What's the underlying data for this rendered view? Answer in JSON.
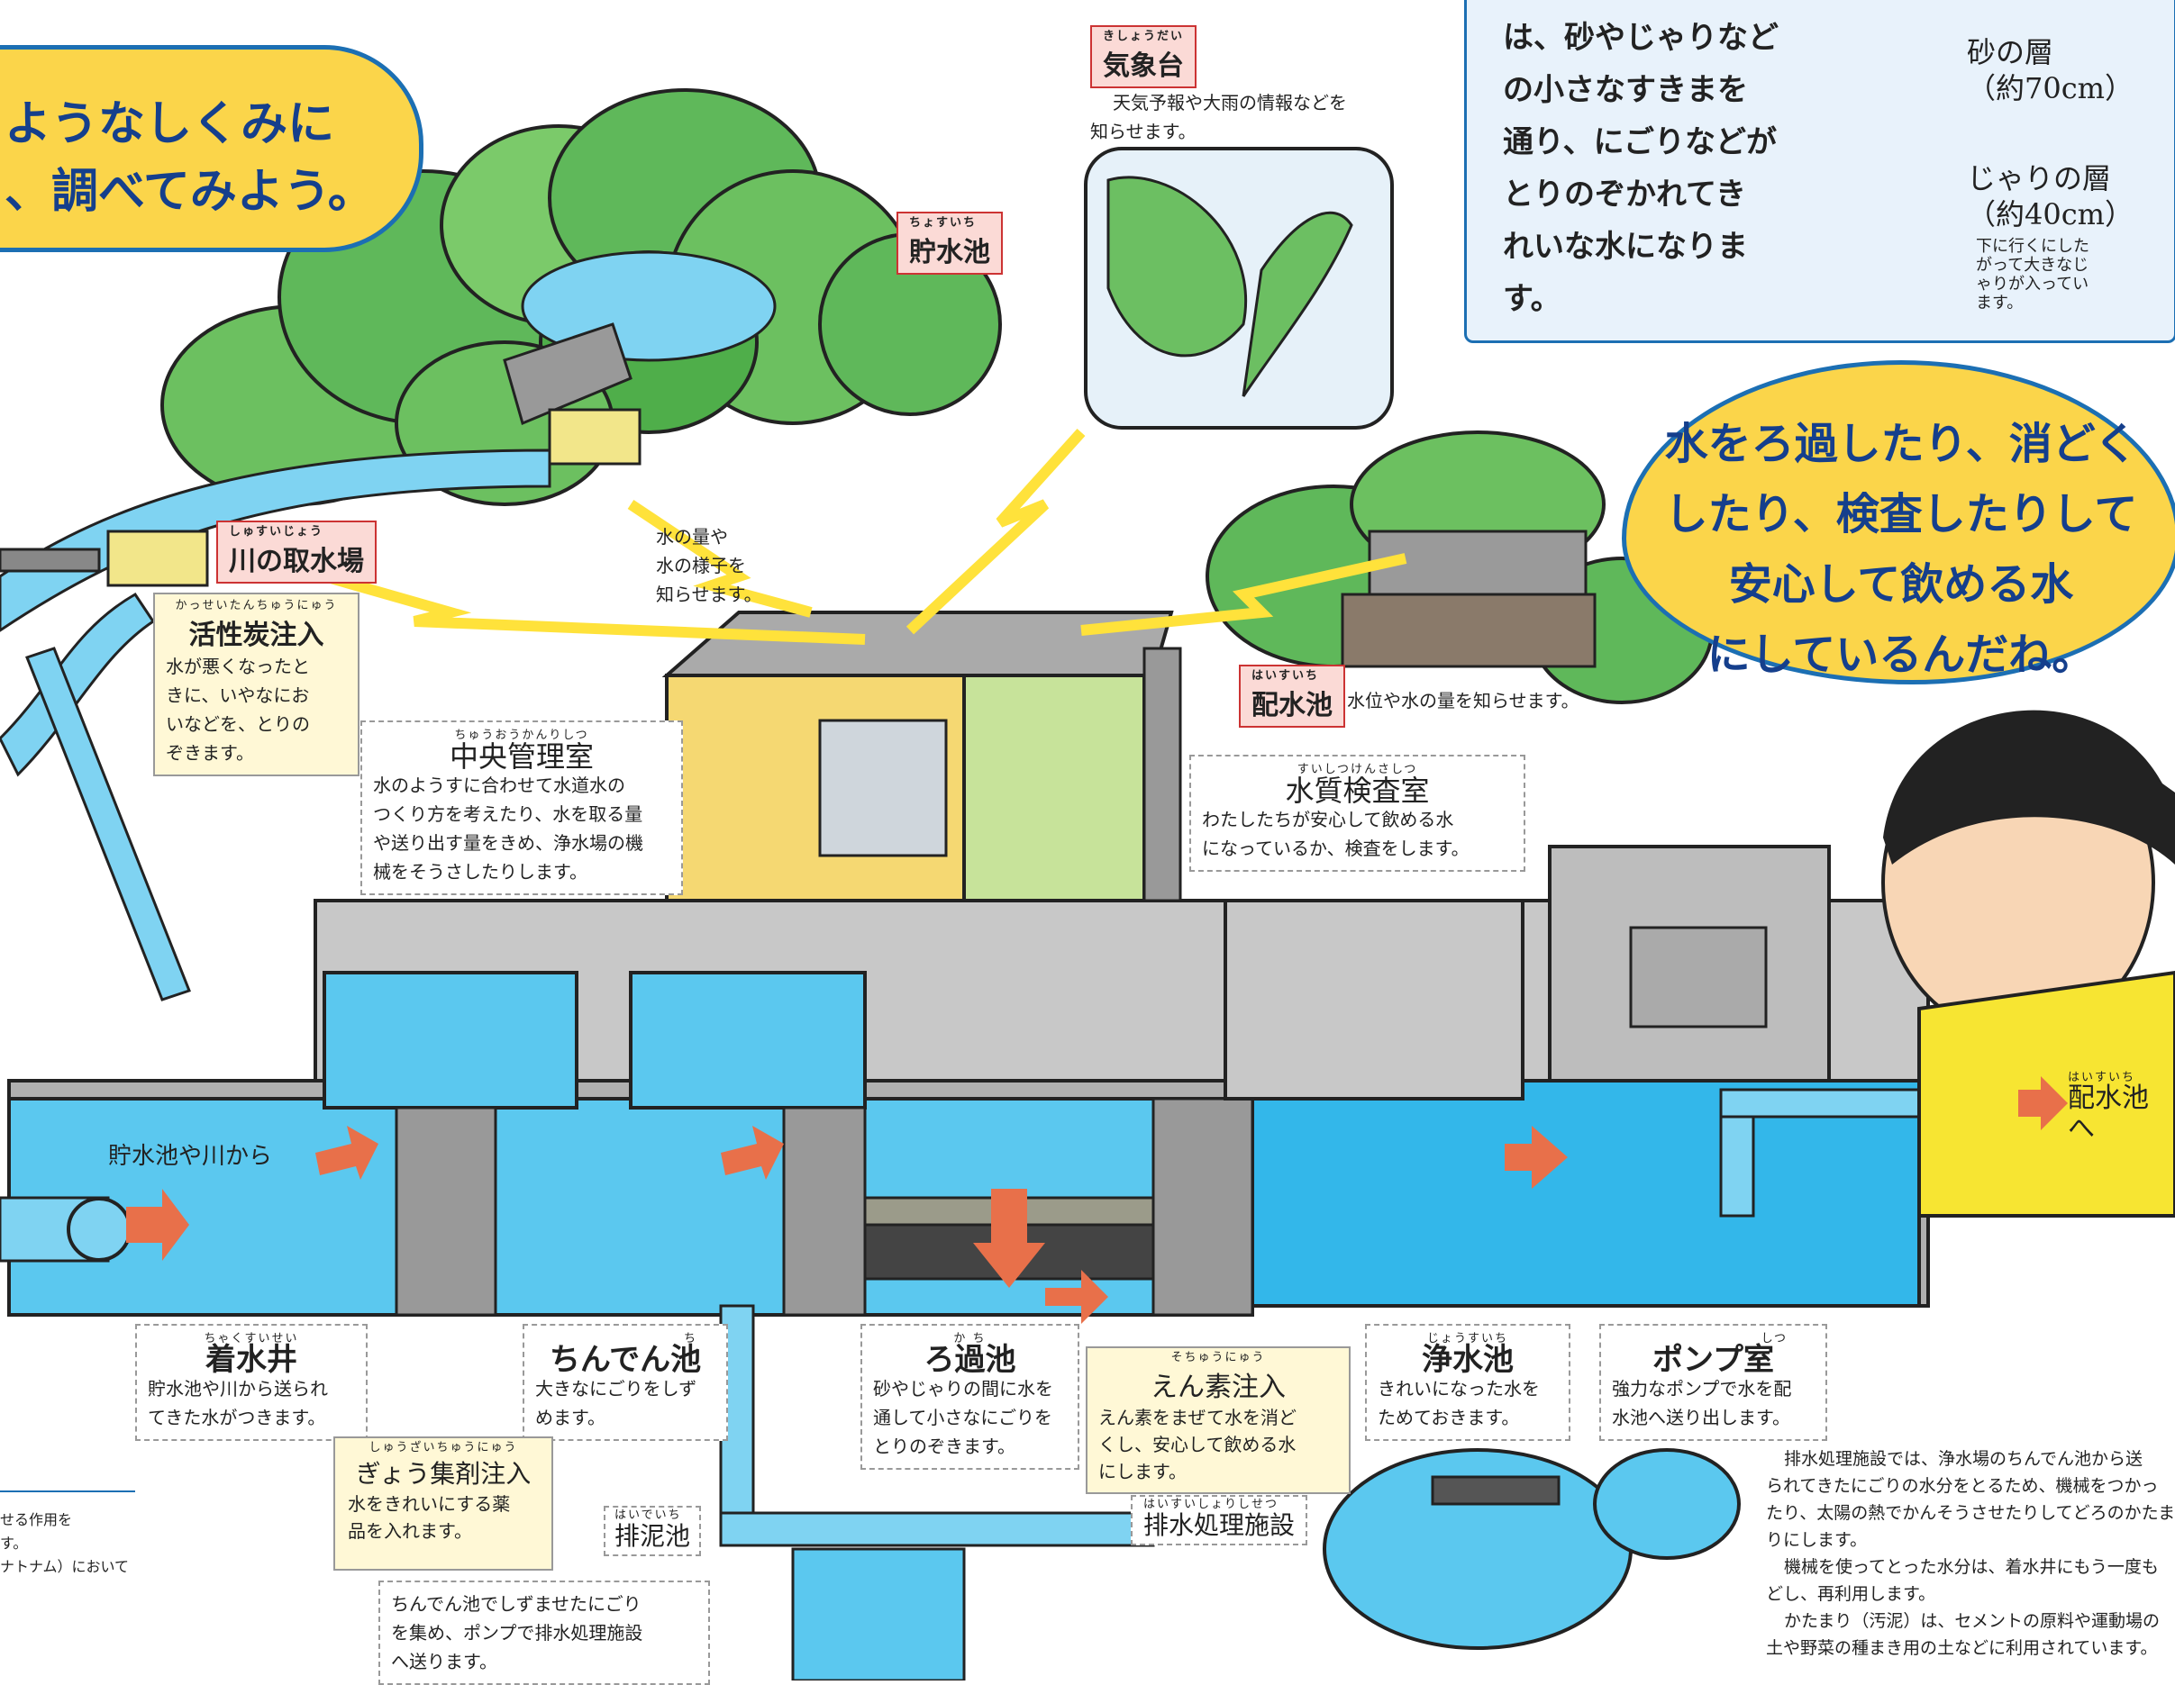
{
  "speech_top_left": {
    "line1": "ようなしくみに",
    "line2": "、調べてみよう。"
  },
  "speech_right": {
    "line1": "水をろ過したり、消どく",
    "line2": "したり、検査したりして",
    "line3": "安心して飲める水",
    "line4": "にしているんだね。"
  },
  "filter_info": {
    "text": [
      "は、砂やじゃりなど",
      "の小さなすきまを",
      "通り、にごりなどが",
      "とりのぞかれてき",
      "れいな水になりま",
      "す。"
    ],
    "sand_layer": "砂の層",
    "sand_size": "（約70cm）",
    "gravel_layer": "じゃりの層",
    "gravel_size": "（約40cm）",
    "gravel_note": [
      "下に行くにした",
      "がって大きなじ",
      "ゃりが入ってい",
      "ます。"
    ]
  },
  "weather": {
    "ruby": "きしょうだい",
    "title": "気象台",
    "desc1": "天気予報や大雨の情報などを",
    "desc2": "知らせます。"
  },
  "reservoir": {
    "ruby": "ちょすいち",
    "title": "貯水池"
  },
  "intake": {
    "ruby": "しゅすいじょう",
    "title": "川の取水場"
  },
  "reporter": {
    "lines": [
      "水の量や",
      "水の様子を",
      "知らせます。"
    ]
  },
  "carbon": {
    "ruby": "かっせいたんちゅうにゅう",
    "title": "活性炭注入",
    "lines": [
      "水が悪くなったと",
      "きに、いやなにお",
      "いなどを、とりの",
      "ぞきます。"
    ]
  },
  "control_room": {
    "ruby": "ちゅうおうかんりしつ",
    "title": "中央管理室",
    "lines": [
      "水のようすに合わせて水道水の",
      "つくり方を考えたり、水を取る量",
      "や送り出す量をきめ、浄水場の機",
      "械をそうさしたりします。"
    ]
  },
  "distribution": {
    "ruby": "はいすいち",
    "title": "配水池",
    "desc": "水位や水の量を知らせます。"
  },
  "lab": {
    "ruby": "すいしつけんさしつ",
    "title": "水質検査室",
    "lines": [
      "わたしたちが安心して飲める水",
      "になっているか、検査をします。"
    ]
  },
  "flow_label": "貯水池や川から",
  "outlet": {
    "ruby": "はいすいち",
    "label": "配水池へ"
  },
  "intake_well": {
    "ruby": "ちゃくすいせい",
    "title": "着水井",
    "lines": [
      "貯水池や川から送られ",
      "てきた水がつきます。"
    ]
  },
  "settling": {
    "ruby": "ち",
    "title": "ちんでん池",
    "lines": [
      "大きなにごりをしず",
      "めます。"
    ]
  },
  "filtration": {
    "ruby": "か ち",
    "title": "ろ過池",
    "lines": [
      "砂やじゃりの間に水を",
      "通して小さなにごりを",
      "とりのぞきます。"
    ]
  },
  "chlorine": {
    "ruby": "そちゅうにゅう",
    "title": "えん素注入",
    "lines": [
      "えん素をまぜて水を消ど",
      "くし、安心して飲める水",
      "にします。"
    ]
  },
  "clean_water": {
    "ruby": "じょうすいち",
    "title": "浄水池",
    "lines": [
      "きれいになった水を",
      "ためておきます。"
    ]
  },
  "pump": {
    "ruby": "しつ",
    "title": "ポンプ室",
    "lines": [
      "強力なポンプで水を配",
      "水池へ送り出します。"
    ]
  },
  "coagulant": {
    "ruby": "しゅうざいちゅうにゅう",
    "title": "ぎょう集剤注入",
    "lines": [
      "水をきれいにする薬",
      "品を入れます。"
    ]
  },
  "sludge_pond": {
    "ruby": "はいでいち",
    "title": "排泥池",
    "lines": [
      "ちんでん池でしずませたにごり",
      "を集め、ポンプで排水処理施設",
      "へ送ります。"
    ]
  },
  "wastewater": {
    "ruby": "はいすいしょりしせつ",
    "title": "排水処理施設"
  },
  "wastewater_text": [
    "排水処理施設では、浄水場のちんでん池から送",
    "られてきたにごりの水分をとるため、機械をつかっ",
    "たり、太陽の熱でかんそうさせたりしてどろのかたま",
    "りにします。",
    "機械を使ってとった水分は、着水井にもう一度も",
    "どし、再利用します。",
    "かたまり（汚泥）は、セメントの原料や運動場の",
    "土や野菜の種まき用の土などに利用されています。"
  ],
  "left_footnote": [
    "せる作用を",
    "す。",
    "ナトナム）において"
  ],
  "colors": {
    "water": "#5bc8ef",
    "concrete": "#c8c8c8",
    "bubble": "#fbd54a",
    "bubble_border": "#1c6fb3",
    "arrow": "#e8704a",
    "hill": "#5fb85a"
  }
}
